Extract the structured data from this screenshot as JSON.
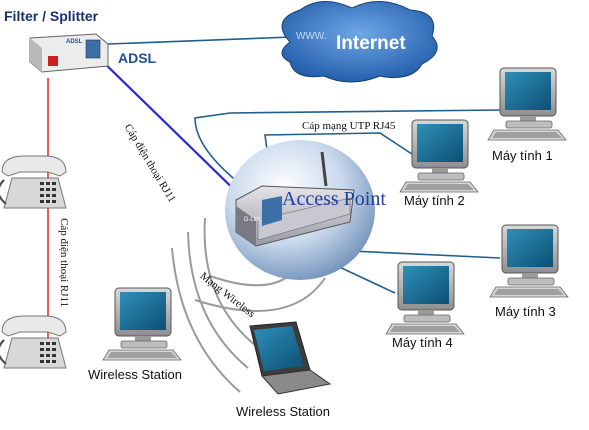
{
  "labels": {
    "filter_splitter": "Filter / Splitter",
    "adsl": "ADSL",
    "internet": "Internet",
    "www": "www.",
    "adsl_device_text": "ADSL",
    "access_point": "Access Point",
    "ap_brand": "D-Link",
    "cable_rj11_diag": "Cáp điện thoại RJ11",
    "cable_rj11_vertical": "Cáp điện thoại RJ11",
    "cable_utp": "Cáp mạng UTP RJ45",
    "wireless_network": "Mạng Wireless",
    "pc1": "Máy tính 1",
    "pc2": "Máy tính 2",
    "pc3": "Máy tính 3",
    "pc4": "Máy tính 4",
    "wireless_station_left": "Wireless Station",
    "wireless_station_bottom": "Wireless Station"
  },
  "colors": {
    "phone_cable": "#e8322b",
    "adsl_cable": "#2828d8",
    "network_cable": "#1f5f8f",
    "cloud": "#2f6fb8",
    "access_point_text": "#1c3f9c",
    "adsl_label": "#1f4f8f"
  }
}
